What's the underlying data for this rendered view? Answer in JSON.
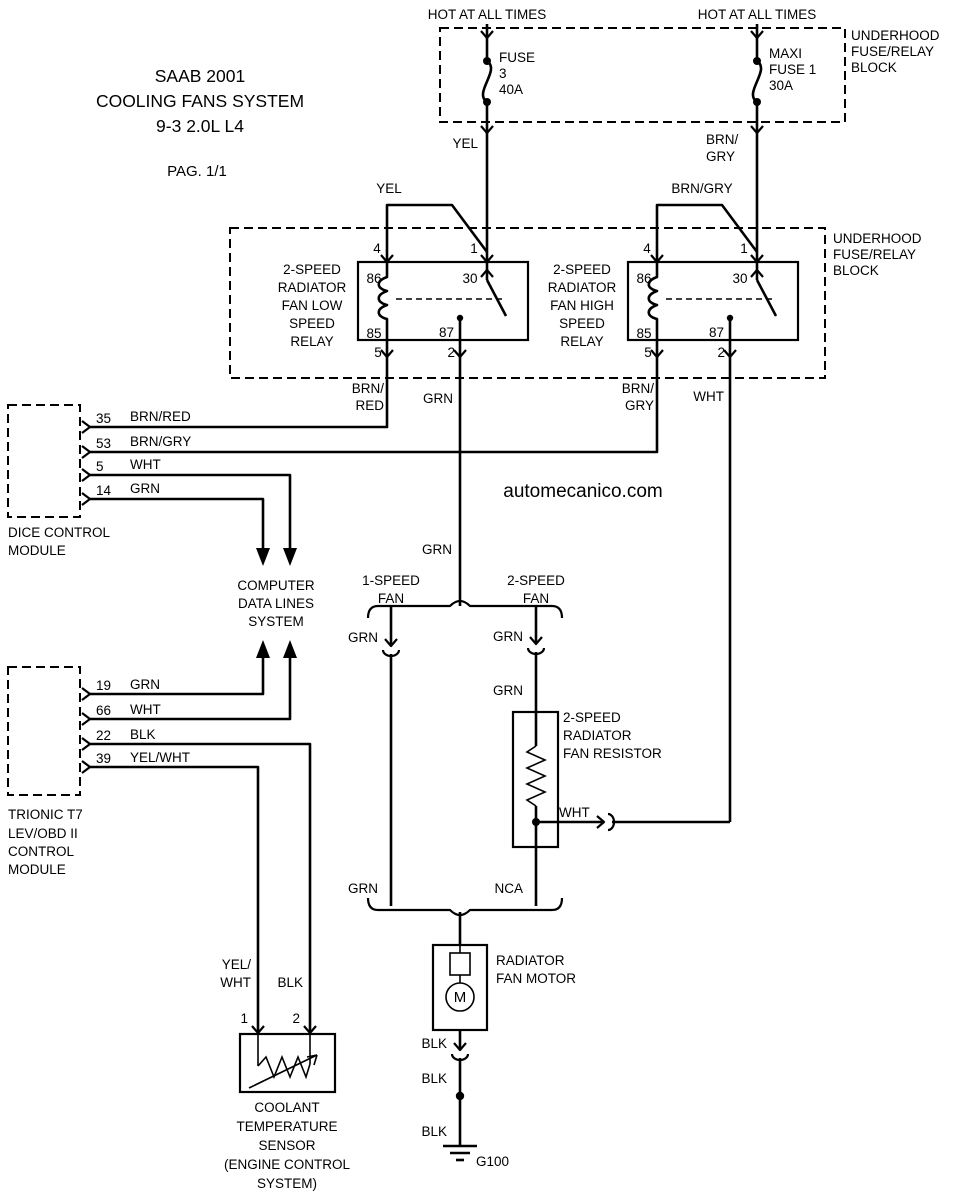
{
  "title": {
    "l1": "SAAB 2001",
    "l2": "COOLING FANS SYSTEM",
    "l3": "9-3 2.0L L4",
    "page": "PAG. 1/1"
  },
  "watermark": "automecanico.com",
  "top": {
    "hot_left": "HOT AT ALL TIMES",
    "hot_right": "HOT AT ALL TIMES",
    "fuse_left": {
      "l1": "FUSE",
      "l2": "3",
      "l3": "40A"
    },
    "fuse_right": {
      "l1": "MAXI",
      "l2": "FUSE 1",
      "l3": "30A"
    },
    "block_label": {
      "l1": "UNDERHOOD",
      "l2": "FUSE/RELAY",
      "l3": "BLOCK"
    },
    "wire_left": "YEL",
    "wire_right_l1": "BRN/",
    "wire_right_l2": "GRY",
    "branch_left": "YEL",
    "branch_right": "BRN/GRY"
  },
  "relay_block": {
    "label": {
      "l1": "UNDERHOOD",
      "l2": "FUSE/RELAY",
      "l3": "BLOCK"
    },
    "low": {
      "n1": "2-SPEED",
      "n2": "RADIATOR",
      "n3": "FAN LOW",
      "n4": "SPEED",
      "n5": "RELAY",
      "p4": "4",
      "p1": "1",
      "p86": "86",
      "p30": "30",
      "p85": "85",
      "p87": "87",
      "p5": "5",
      "p2": "2",
      "out_left_l1": "BRN/",
      "out_left_l2": "RED",
      "out_right": "GRN"
    },
    "high": {
      "n1": "2-SPEED",
      "n2": "RADIATOR",
      "n3": "FAN HIGH",
      "n4": "SPEED",
      "n5": "RELAY",
      "p4": "4",
      "p1": "1",
      "p86": "86",
      "p30": "30",
      "p85": "85",
      "p87": "87",
      "p5": "5",
      "p2": "2",
      "out_left_l1": "BRN/",
      "out_left_l2": "GRY",
      "out_right": "WHT"
    }
  },
  "dice": {
    "pins": [
      {
        "num": "35",
        "wire": "BRN/RED"
      },
      {
        "num": "53",
        "wire": "BRN/GRY"
      },
      {
        "num": "5",
        "wire": "WHT"
      },
      {
        "num": "14",
        "wire": "GRN"
      }
    ],
    "name_l1": "DICE CONTROL",
    "name_l2": "MODULE"
  },
  "data_lines": {
    "l1": "COMPUTER",
    "l2": "DATA LINES",
    "l3": "SYSTEM"
  },
  "trionic": {
    "pins": [
      {
        "num": "19",
        "wire": "GRN"
      },
      {
        "num": "66",
        "wire": "WHT"
      },
      {
        "num": "22",
        "wire": "BLK"
      },
      {
        "num": "39",
        "wire": "YEL/WHT"
      }
    ],
    "name_l1": "TRIONIC T7",
    "name_l2": "LEV/OBD II",
    "name_l3": "CONTROL",
    "name_l4": "MODULE"
  },
  "fan": {
    "grn_main": "GRN",
    "speed1_l1": "1-SPEED",
    "speed1_l2": "FAN",
    "speed2_l1": "2-SPEED",
    "speed2_l2": "FAN",
    "grn_conn_left": "GRN",
    "grn_conn_right": "GRN",
    "grn_resistor": "GRN",
    "resistor_l1": "2-SPEED",
    "resistor_l2": "RADIATOR",
    "resistor_l3": "FAN RESISTOR",
    "wht": "WHT",
    "grn_bottom": "GRN",
    "nca": "NCA",
    "motor_l1": "RADIATOR",
    "motor_l2": "FAN MOTOR",
    "motor_symbol": "M",
    "blk1": "BLK",
    "blk2": "BLK",
    "blk3": "BLK",
    "ground": "G100"
  },
  "sensor": {
    "wire1_l1": "YEL/",
    "wire1_l2": "WHT",
    "wire2": "BLK",
    "pin1": "1",
    "pin2": "2",
    "name_l1": "COOLANT",
    "name_l2": "TEMPERATURE",
    "name_l3": "SENSOR",
    "name_l4": "(ENGINE CONTROL",
    "name_l5": "SYSTEM)"
  }
}
